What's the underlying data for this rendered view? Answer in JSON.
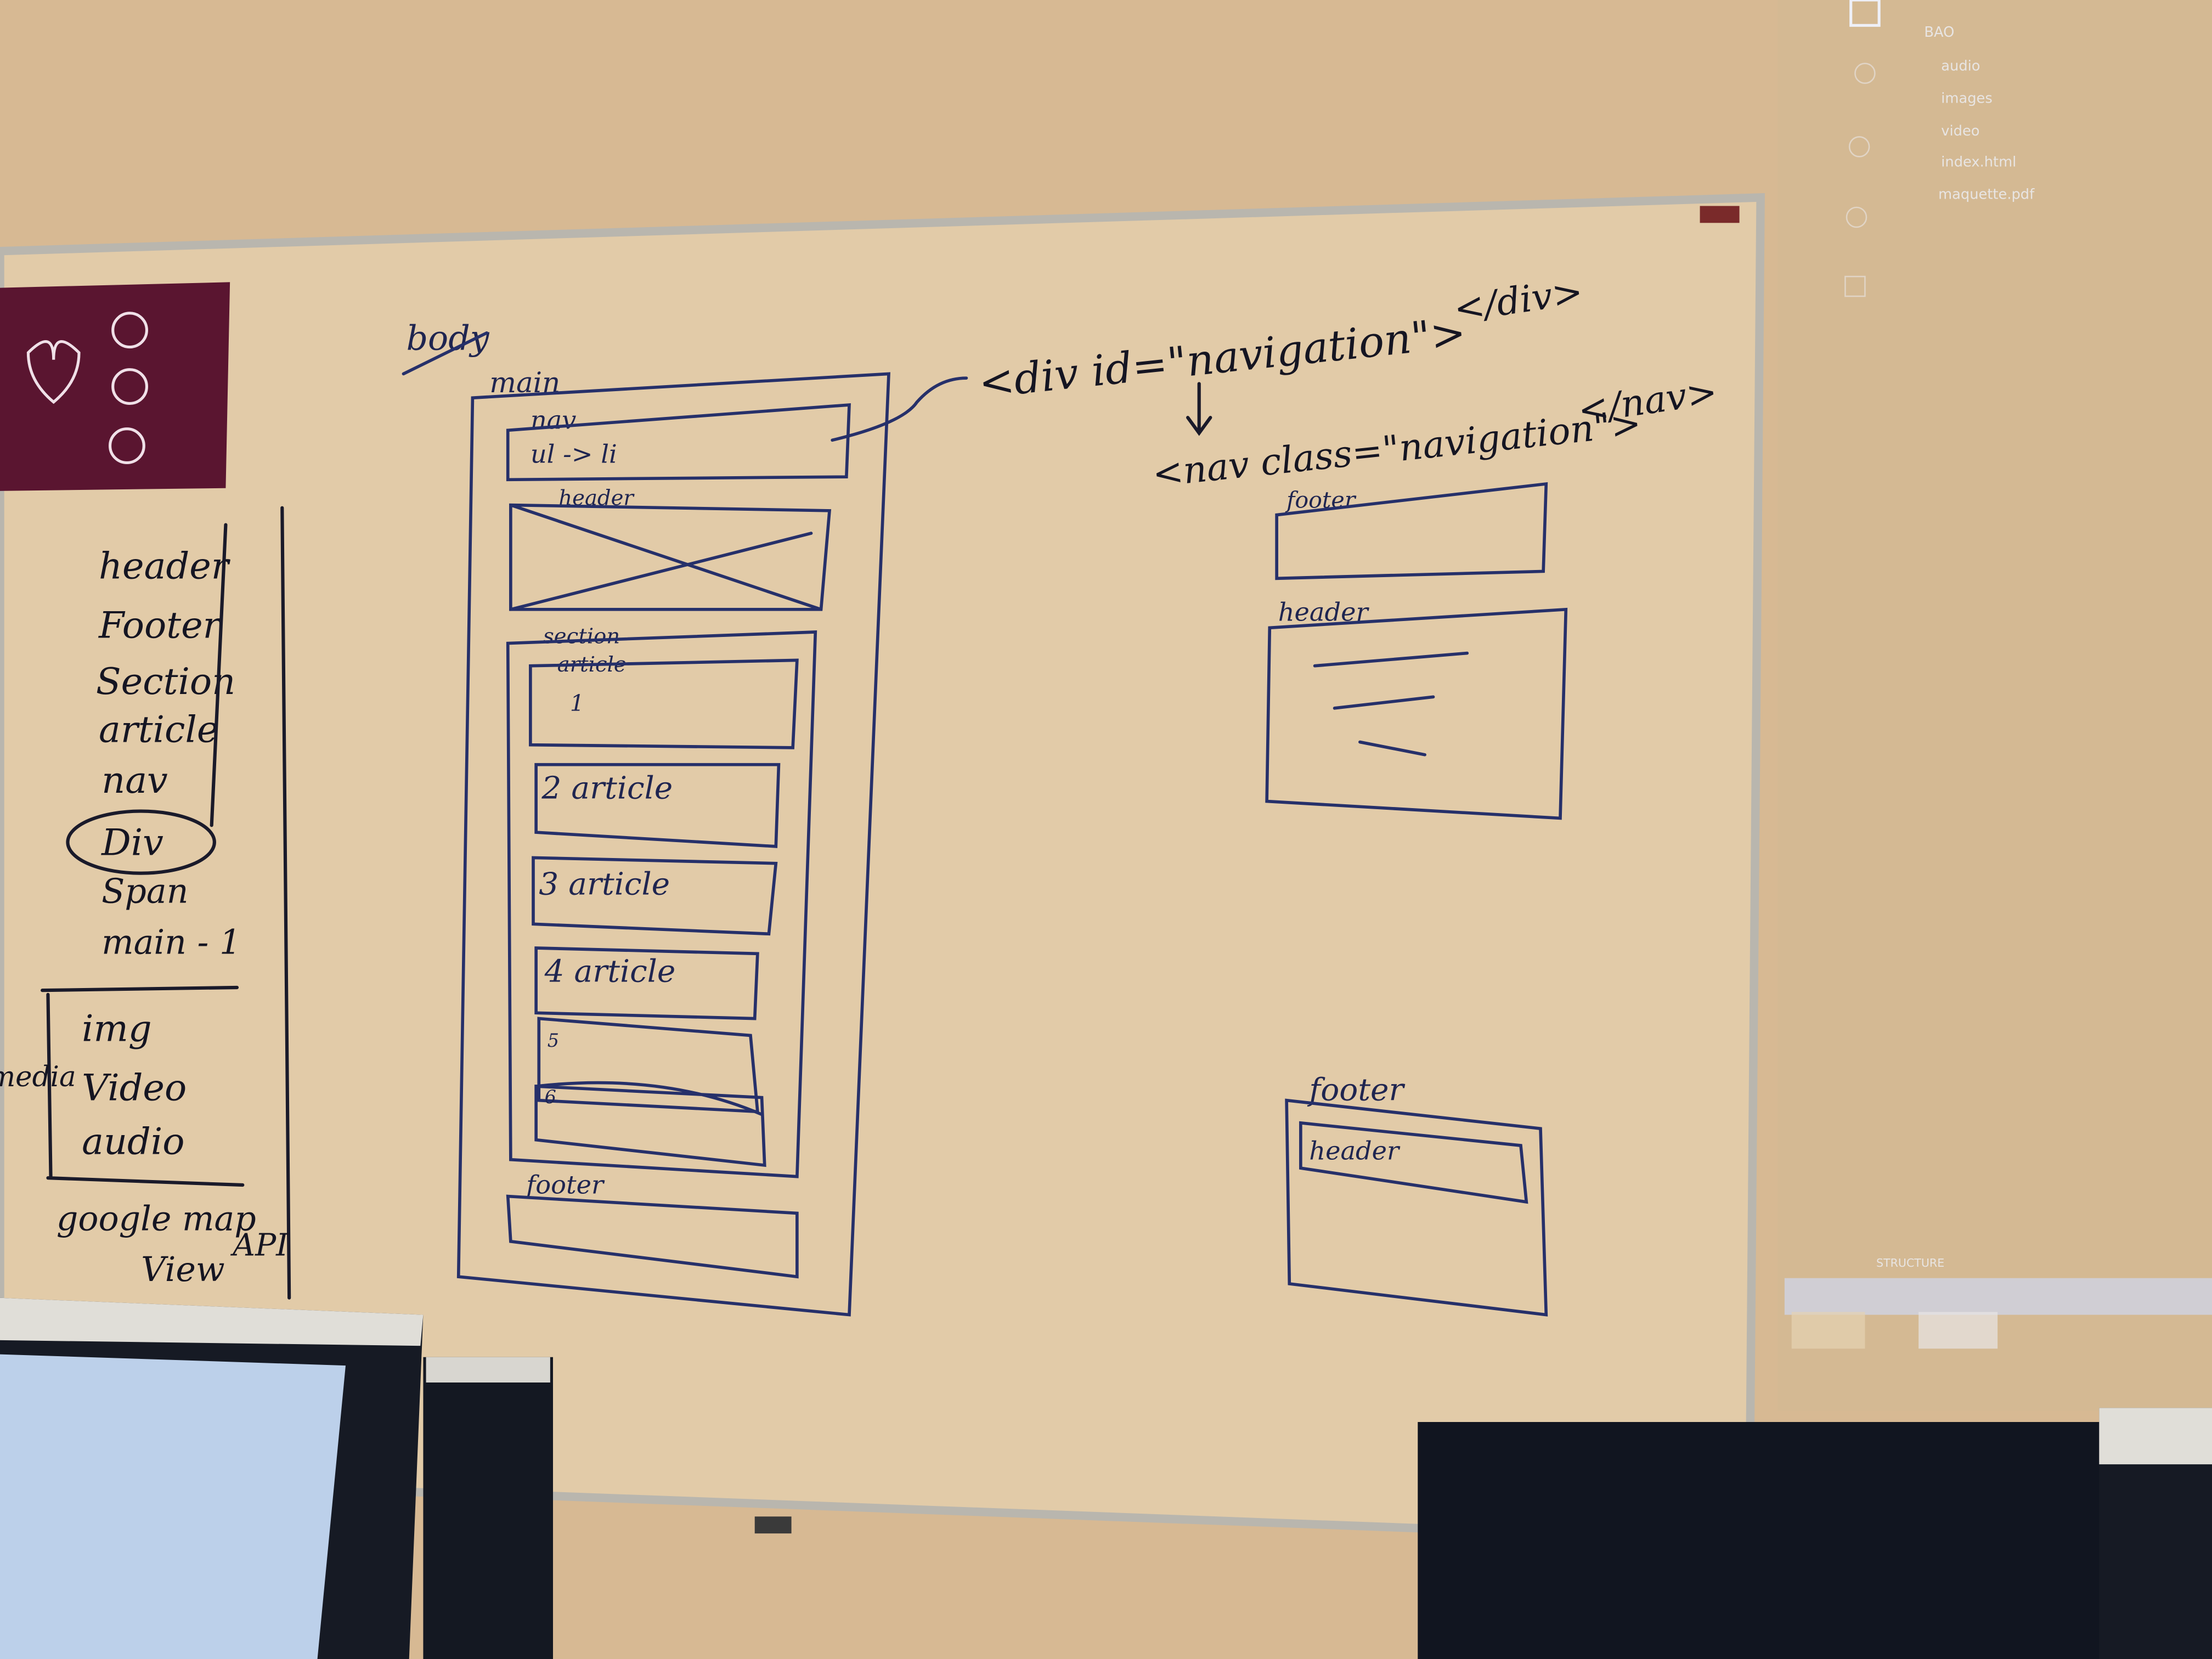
{
  "colors": {
    "wall": "#d9bd97",
    "board": "#e4ceac",
    "ink_blue": "#26306a",
    "ink_black": "#1a1a2a",
    "poster": "#5a1530",
    "monitor": "#111520",
    "screen": "#bcd0ea"
  },
  "left_list": {
    "items": [
      "header",
      "Footer",
      "Section",
      "article",
      "nav",
      "Div",
      "Span",
      "main - 1"
    ],
    "media": [
      "img",
      "Video",
      "audio"
    ],
    "extra": [
      "google map",
      "View",
      "API"
    ],
    "side_label": "media"
  },
  "layout_sketch": {
    "body": "body",
    "main": "main",
    "nav": "nav",
    "nav_content": "ul -> li",
    "header": "header",
    "section": "section",
    "articles": [
      "article",
      "1",
      "2 article",
      "3 article",
      "4 article",
      "5",
      "6"
    ],
    "footer": "footer"
  },
  "code": {
    "div_open": "<div id=\"navigation\">",
    "div_close": "</div>",
    "nav_open": "<nav class=\"navigation\">",
    "nav_close": "</nav>"
  },
  "right_sketch": {
    "footer_top": "footer",
    "header_box": "header",
    "footer_box": "footer",
    "inner_header": "header"
  },
  "projection": {
    "tree": [
      "BAO",
      "audio",
      "images",
      "video",
      "index.html",
      "maquette.pdf"
    ],
    "panel_label": "STRUCTURE"
  }
}
